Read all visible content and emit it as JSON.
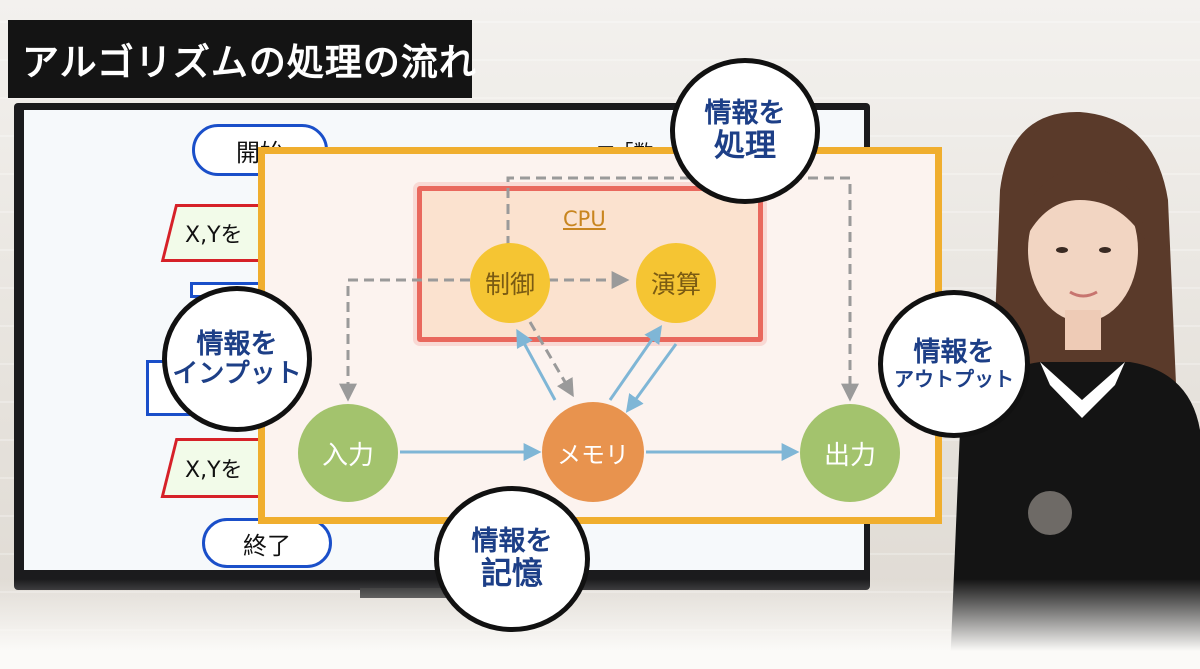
{
  "title": "アルゴリズムの処理の流れ",
  "flowchart": {
    "start": "開始",
    "input": "X,Yを",
    "output": "X,Yを",
    "end": "終了",
    "note": "▼「数"
  },
  "diagram": {
    "cpu_label": "CPU",
    "nodes": {
      "control": "制御",
      "arithmetic": "演算",
      "input": "入力",
      "memory": "メモリ",
      "output": "出力"
    }
  },
  "bubbles": {
    "process": {
      "line1": "情報を",
      "line2": "処理"
    },
    "input": {
      "line1": "情報を",
      "line2": "インプット"
    },
    "memory": {
      "line1": "情報を",
      "line2": "記憶"
    },
    "output": {
      "line1": "情報を",
      "line2": "アウトプット"
    }
  },
  "colors": {
    "panel_border": "#f0ae2e",
    "cpu_border": "#e9685d",
    "solid_arrow": "#7fb6d6",
    "dashed_arrow": "#9a9a9a",
    "bubble_text": "#1d3f87"
  }
}
